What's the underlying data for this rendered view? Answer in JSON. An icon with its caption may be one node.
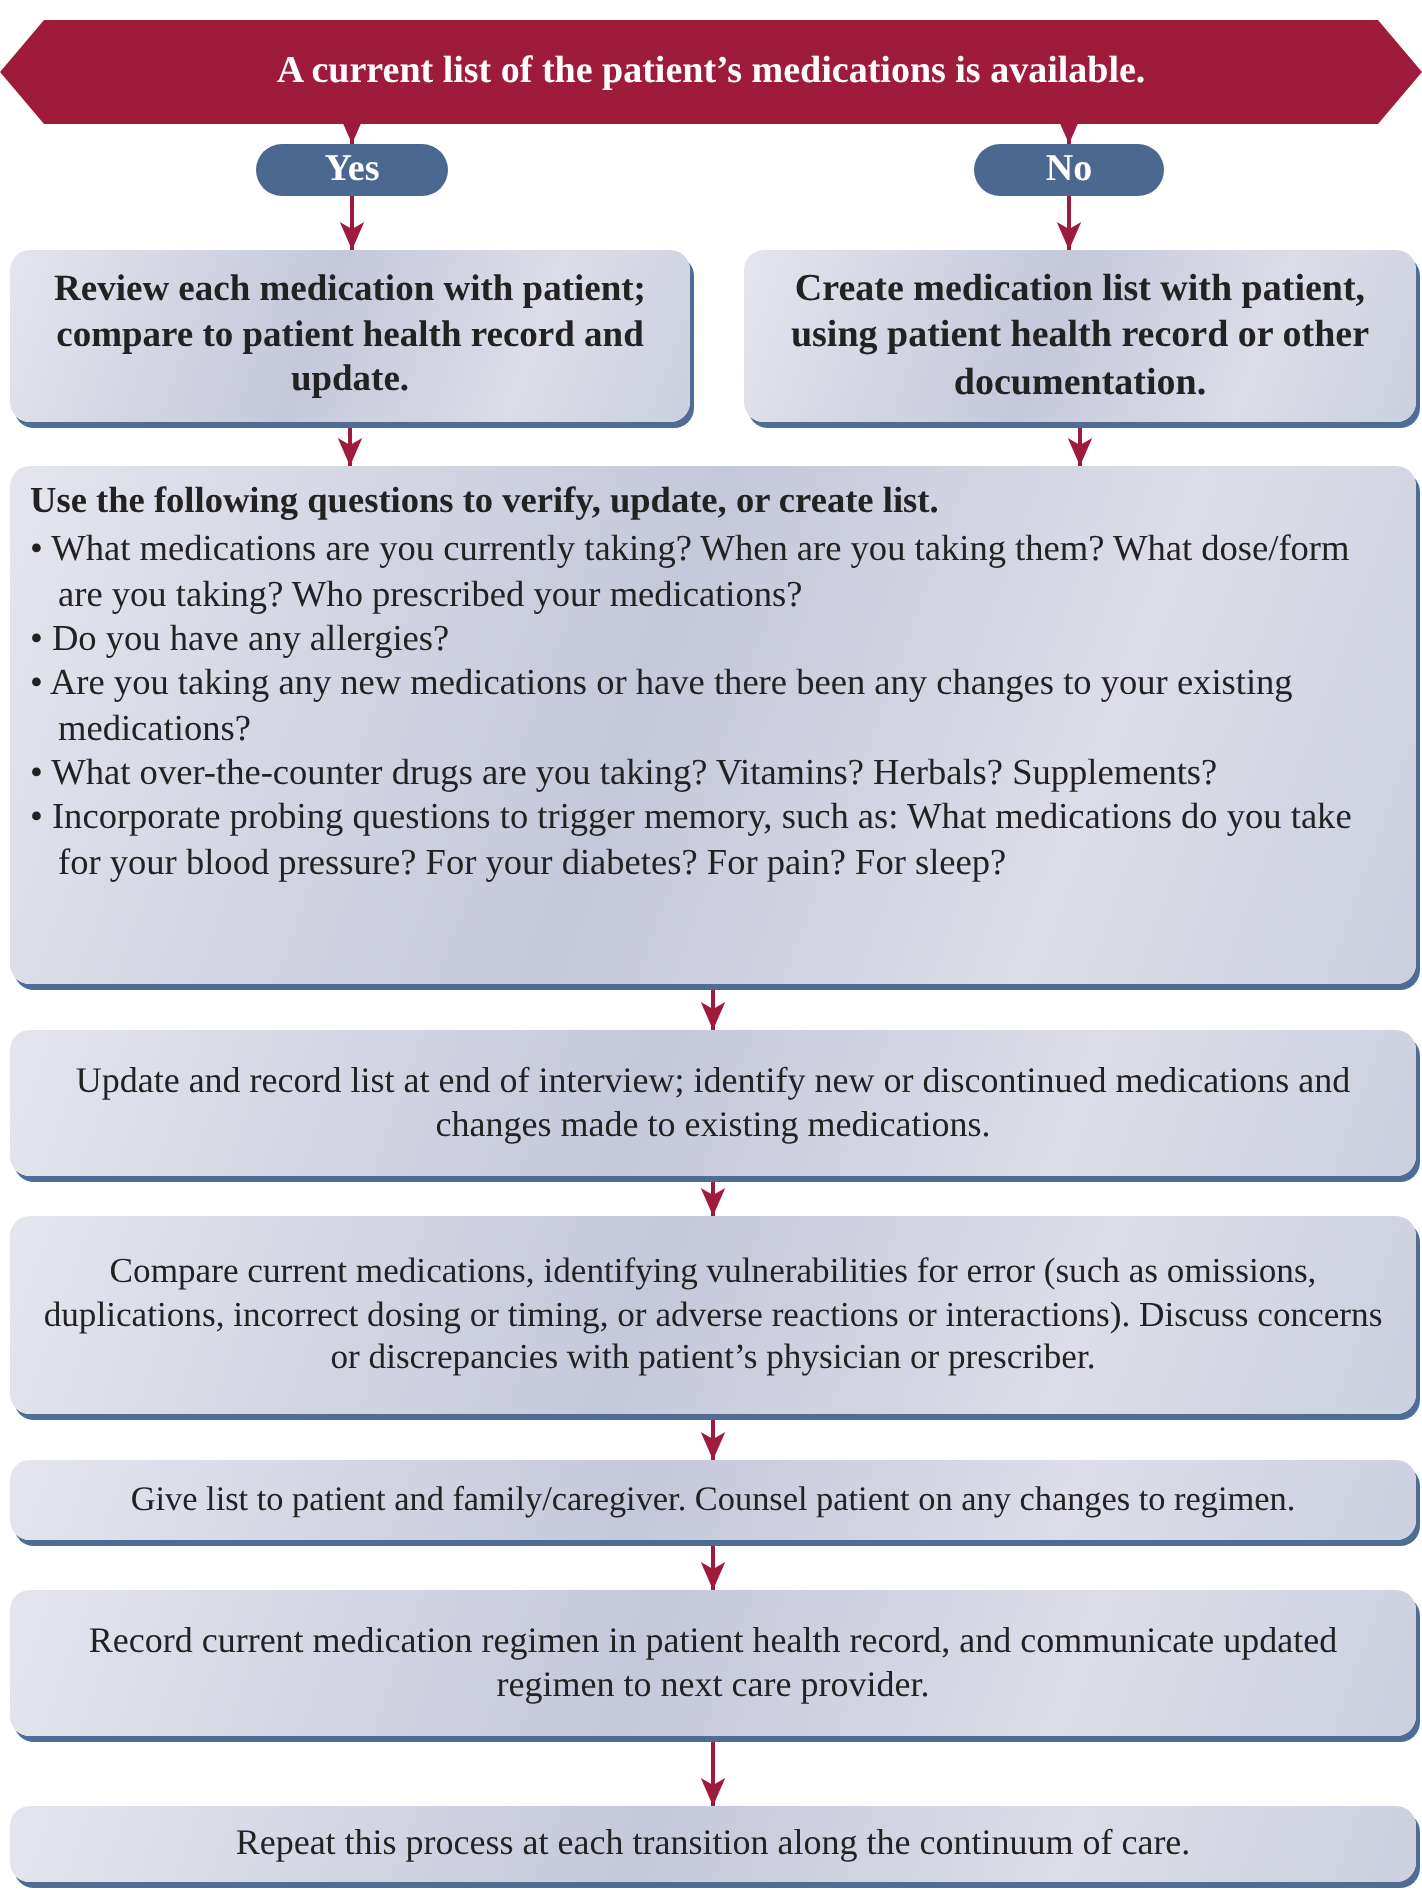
{
  "diagram": {
    "nodes": [
      {
        "text": [
          "A current list of the patient’s medications is available."
        ]
      },
      {
        "text": [
          "Yes"
        ]
      },
      {
        "text": [
          "No"
        ]
      },
      {
        "text": [
          "Review each medication with patient; compare to patient health record and update."
        ]
      },
      {
        "text": [
          "Create medication list with patient, using patient health record or other documentation."
        ]
      },
      {
        "text": [
          "Use the following questions to verify, update, or create list.",
          "• What medications are you currently taking? When are you taking them? What dose/form are you taking? Who prescribed your medications?",
          "• Do you have any allergies?",
          "• Are you taking any new medications or have there been any changes to your existing medications?",
          "• What over-the-counter drugs are you taking? Vitamins? Herbals? Supplements?",
          "• Incorporate probing questions to trigger memory, such as: What medications do you take for your blood pressure? For your diabetes? For pain? For sleep?"
        ]
      },
      {
        "text": [
          "Update and record list at end of interview; identify new or discontinued medications and changes made to existing medications."
        ]
      },
      {
        "text": [
          "Compare current medications, identifying vulnerabilities for error (such as omissions, duplications, incorrect dosing or timing, or adverse reactions or interactions). Discuss concerns or discrepancies with patient’s physician or prescriber."
        ]
      },
      {
        "text": [
          "Give list to patient and family/caregiver. Counsel patient on any changes to regimen."
        ]
      },
      {
        "text": [
          "Record current medication regimen in patient health record, and communicate updated regimen to next care provider."
        ]
      },
      {
        "text": [
          "Repeat this process at each transition along the continuum of care."
        ]
      }
    ],
    "edges": [
      {
        "from": 0,
        "to": 1,
        "arrow": "to"
      },
      {
        "from": 0,
        "to": 2,
        "arrow": "to"
      },
      {
        "from": 1,
        "to": 3,
        "arrow": "to"
      },
      {
        "from": 2,
        "to": 4,
        "arrow": "to"
      },
      {
        "from": 3,
        "to": 5,
        "arrow": "to"
      },
      {
        "from": 4,
        "to": 5,
        "arrow": "to"
      },
      {
        "from": 5,
        "to": 6,
        "arrow": "to"
      },
      {
        "from": 6,
        "to": 7,
        "arrow": "to"
      },
      {
        "from": 7,
        "to": 8,
        "arrow": "to"
      },
      {
        "from": 8,
        "to": 9,
        "arrow": "to"
      },
      {
        "from": 9,
        "to": 10,
        "arrow": "to"
      }
    ]
  }
}
